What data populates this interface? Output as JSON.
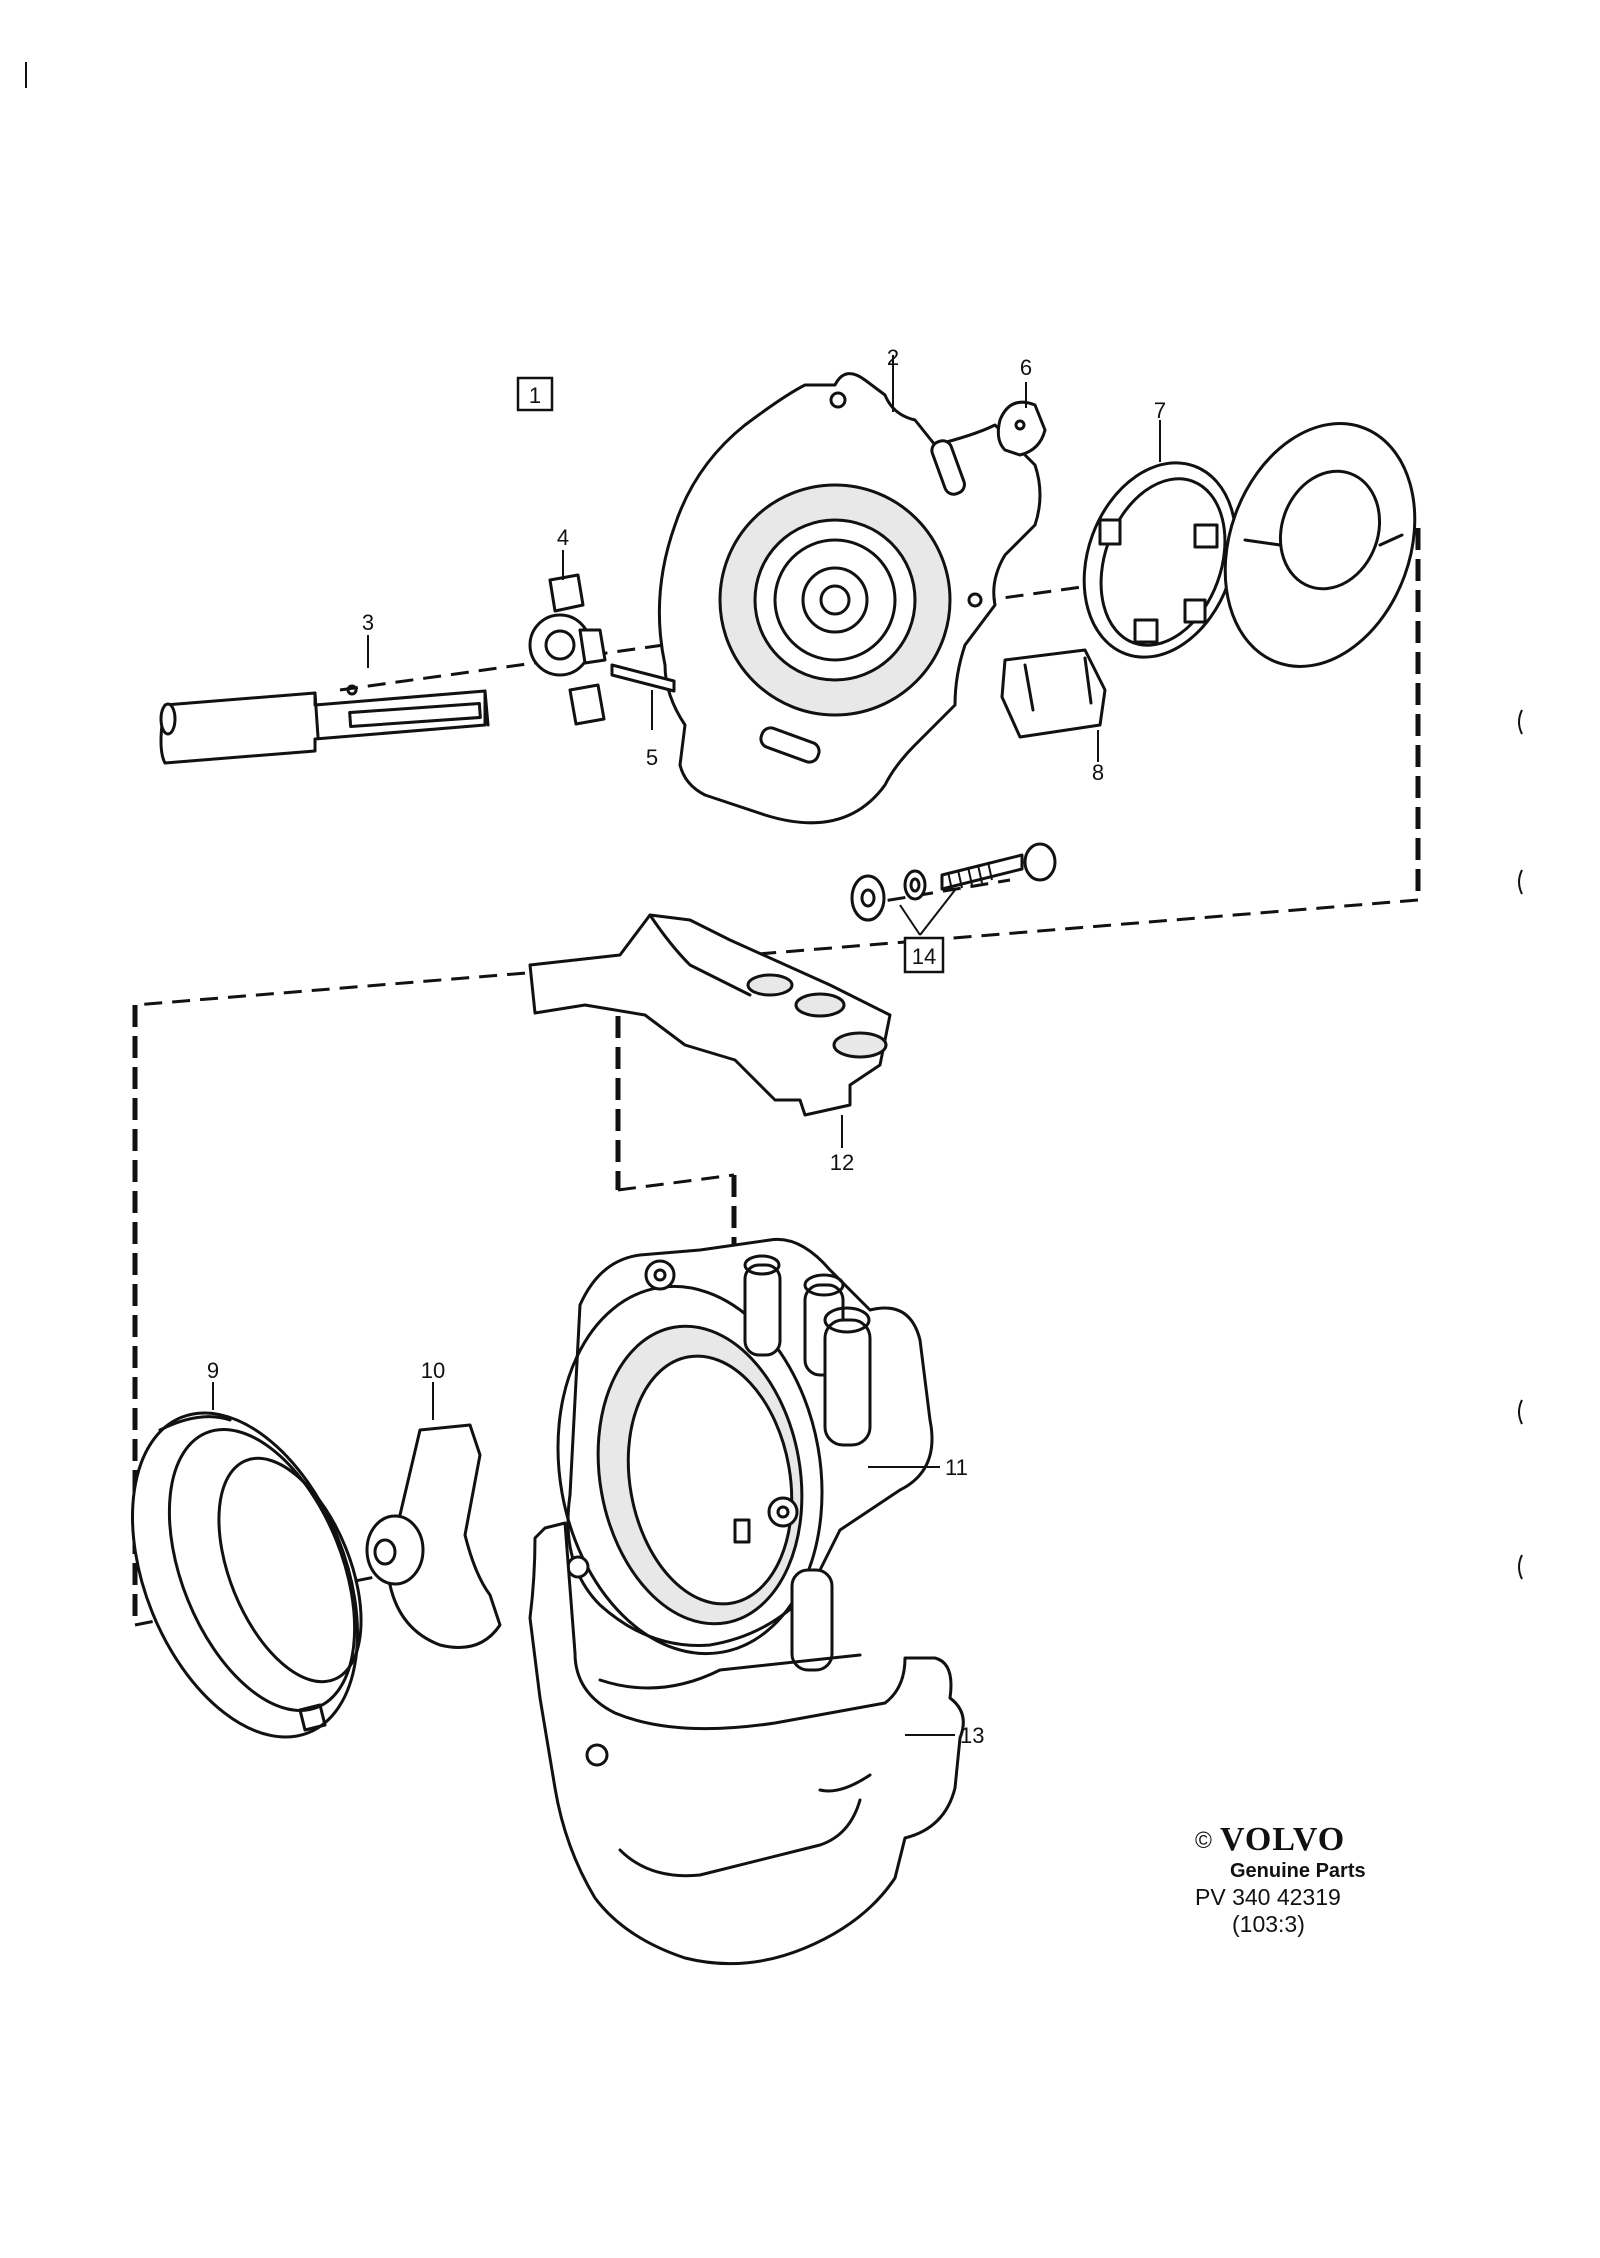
{
  "callouts": {
    "c1": "1",
    "c2": "2",
    "c3": "3",
    "c4": "4",
    "c5": "5",
    "c6": "6",
    "c7": "7",
    "c8": "8",
    "c9": "9",
    "c10": "10",
    "c11": "11",
    "c12": "12",
    "c13": "13",
    "c14": "14"
  },
  "footer": {
    "copyright": "©",
    "brand": "VOLVO",
    "tagline": "Genuine Parts",
    "pv_number": "PV 340 42319",
    "section": "(103:3)"
  }
}
